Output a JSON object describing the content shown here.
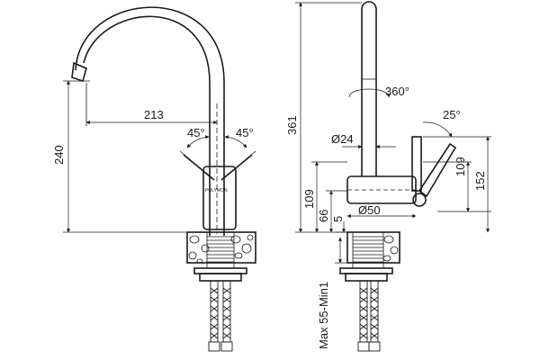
{
  "front_view": {
    "reach": "213",
    "height": "240",
    "angle_left": "45°",
    "angle_right": "45°",
    "brand": "POLYMON"
  },
  "side_view": {
    "total_height": "361",
    "rotation": "360°",
    "lever_angle": "25°",
    "spout_diameter": "Ø24",
    "body_diameter": "Ø50",
    "lever_height_a": "109",
    "lever_height_b": "152",
    "body_height": "109",
    "base_height": "66",
    "base_offset": "5",
    "countertop": "Max 55-Min1"
  }
}
